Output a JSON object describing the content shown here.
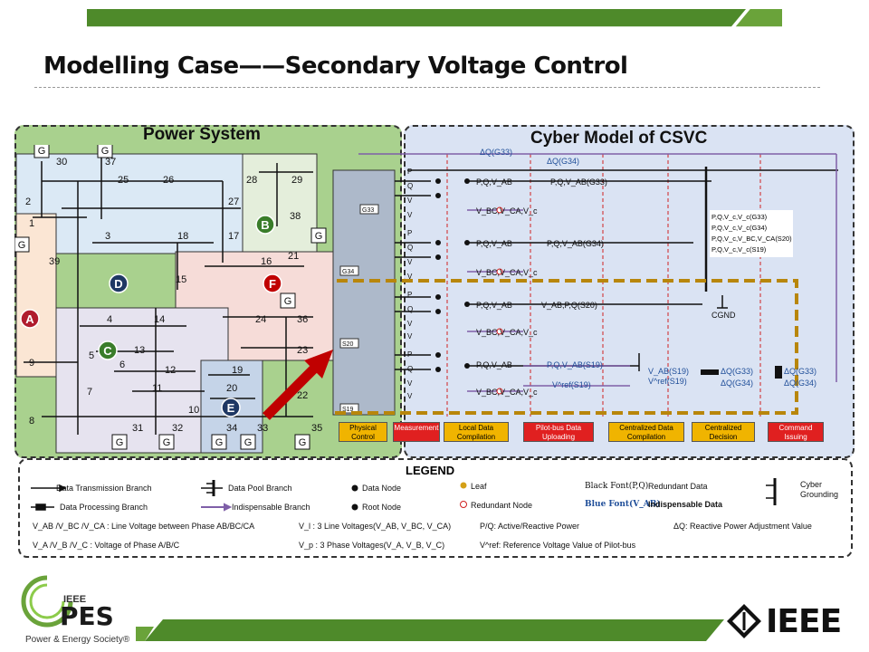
{
  "slide": {
    "title": "Modelling Case——Secondary Voltage Control"
  },
  "power_system": {
    "title": "Power System",
    "areas": [
      "A",
      "B",
      "C",
      "D",
      "E",
      "F"
    ],
    "buses": [
      "30",
      "37",
      "25",
      "26",
      "28",
      "29",
      "2",
      "27",
      "38",
      "1",
      "3",
      "18",
      "17",
      "39",
      "16",
      "21",
      "15",
      "4",
      "14",
      "24",
      "36",
      "5",
      "6",
      "13",
      "12",
      "11",
      "19",
      "20",
      "10",
      "7",
      "8",
      "31",
      "32",
      "34",
      "33",
      "35",
      "9",
      "23",
      "22"
    ],
    "generator_label": "G"
  },
  "cyber": {
    "title": "Cyber Model of CSVC",
    "stations": [
      "G33",
      "G34",
      "S20",
      "S19"
    ],
    "signal_letters": [
      "P",
      "Q",
      "V",
      "V"
    ],
    "node_labels": {
      "g33_top": "P,Q,V_AB",
      "g33_mid": "P,Q,V_AB(G33)",
      "g33_low": "V_BC,V_CA,V_c",
      "g34_top": "P,Q,V_AB",
      "g34_mid": "P,Q,V_AB(G34)",
      "g34_low": "V_BC,V_CA,V_c",
      "s20_top": "P,Q,V_AB",
      "s20_mid": "V_AB,P,Q(S20)",
      "s20_low": "V_BC,V_CA,V_c",
      "s19_top": "P,Q,V_AB",
      "s19_mid": "P,Q,V_AB(S19)",
      "s19_low": "V_BC,V_CA,V_c",
      "vref": "V^ref(S19)",
      "decision_a": "V_AB(S19)",
      "decision_b": "V^ref(S19)",
      "dq1": "ΔQ(G33)",
      "dq2": "ΔQ(G34)",
      "dq3": "ΔQ(G33)",
      "dq4": "ΔQ(G34)",
      "top_dq1": "ΔQ(G34)",
      "top_dq2": "ΔQ(G33)",
      "cgnd": "CGND"
    },
    "redundant_box": [
      "P,Q,V_c,V_c(G33)",
      "P,Q,V_c,V_c(G34)",
      "P,Q,V_c,V_BC,V_CA(S20)",
      "P,Q,V_c,V_c(S19)"
    ],
    "stages": [
      {
        "label": "Physical Control",
        "color": "#f0b400"
      },
      {
        "label": "Measurement",
        "color": "#e02020"
      },
      {
        "label": "Local Data Compilation",
        "color": "#f0b400"
      },
      {
        "label": "Pilot-bus Data Uploading",
        "color": "#e02020"
      },
      {
        "label": "Centralized Data Compilation",
        "color": "#f0b400"
      },
      {
        "label": "Centralized Decision",
        "color": "#f0b400"
      },
      {
        "label": "Command Issuing",
        "color": "#e02020"
      }
    ]
  },
  "legend": {
    "title": "LEGEND",
    "data_transmission": "Data Transmission Branch",
    "data_processing": "Data Processing Branch",
    "data_pool": "Data Pool Branch",
    "indispensable": "Indispensable  Branch",
    "data_node": "Data Node",
    "root_node": "Root Node",
    "leaf": "Leaf",
    "redundant_node": "Redundant Node",
    "black_font": "Black Font(P,Q)",
    "redundant_data": "Redundant Data",
    "blue_font": "Blue Font(V_AB)",
    "indispensable_data": "Indispensable Data",
    "cyber_grounding": "Cyber Grounding",
    "line_voltage": "V_AB /V_BC /V_CA : Line Voltage between Phase AB/BC/CA",
    "phase_voltage": "V_A /V_B /V_C : Voltage of Phase A/B/C",
    "vl": "V_l : 3 Line Voltages(V_AB, V_BC, V_CA)",
    "vp": "V_p : 3 Phase Voltages(V_A, V_B, V_C)",
    "pq": "P/Q: Active/Reactive Power",
    "vref": "V^ref: Reference Voltage Value of Pilot-bus",
    "dq": "ΔQ: Reactive Power Adjustment Value"
  },
  "footer": {
    "pes_text": "PES",
    "pes_ieee": "IEEE",
    "pes_society": "Power & Energy Society®",
    "ieee_logo": "IEEE"
  },
  "colors": {
    "green_bar": "#4e8a2a",
    "power_panel": "#a9d18e",
    "cyber_panel": "#dae3f3",
    "highlight": "#b8860b",
    "arrow": "#c00000"
  }
}
